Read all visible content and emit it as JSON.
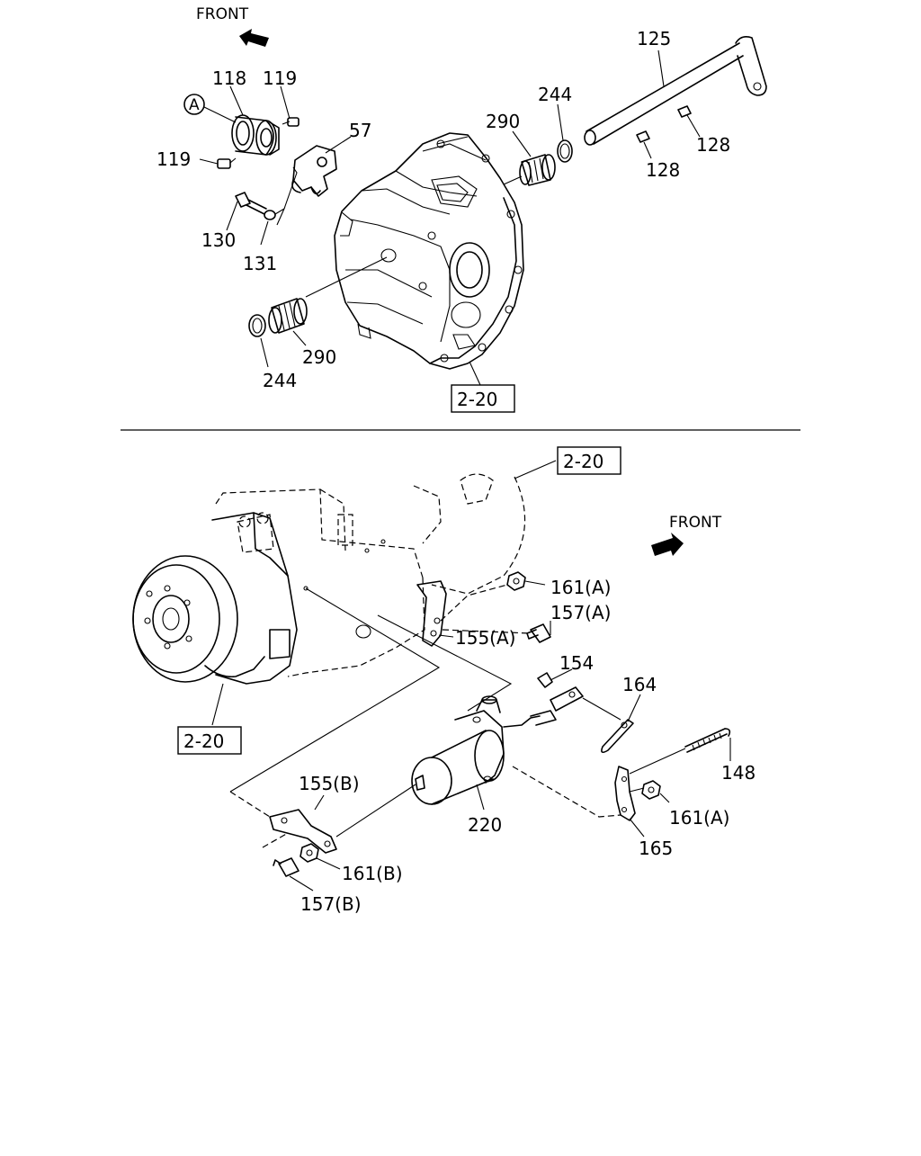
{
  "upper_view": {
    "front_label": "FRONT",
    "callout_circle": "A",
    "ref_box": "2-20",
    "labels": {
      "p118": "118",
      "p119_top": "119",
      "p119_left": "119",
      "p57": "57",
      "p130": "130",
      "p131": "131",
      "p125": "125",
      "p244_top": "244",
      "p290_top": "290",
      "p128_right": "128",
      "p128_left": "128",
      "p290_bottom": "290",
      "p244_bottom": "244"
    }
  },
  "lower_view": {
    "front_label": "FRONT",
    "ref_box_top": "2-20",
    "ref_box_left": "2-20",
    "labels": {
      "p161a_top": "161(A)",
      "p157a": "157(A)",
      "p155a": "155(A)",
      "p154": "154",
      "p164": "164",
      "p148": "148",
      "p155b": "155(B)",
      "p220": "220",
      "p161a_bottom": "161(A)",
      "p165": "165",
      "p161b": "161(B)",
      "p157b": "157(B)"
    }
  }
}
